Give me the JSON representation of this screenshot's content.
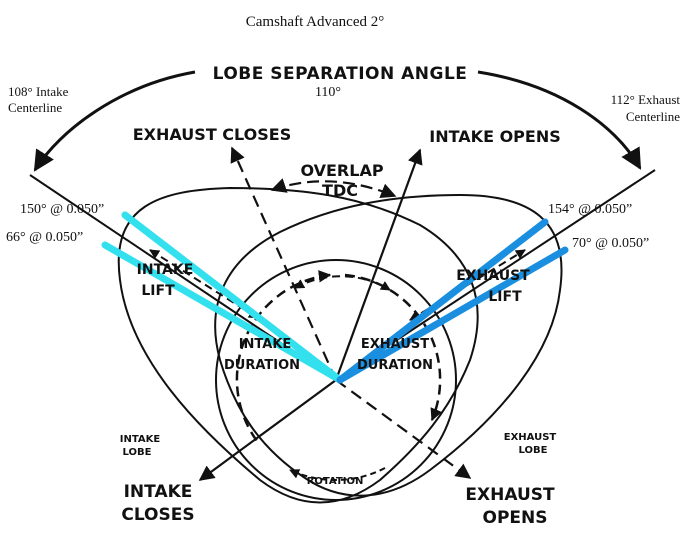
{
  "title": "Camshaft Advanced 2°",
  "labels": {
    "lobe_separation_angle": "LOBE SEPARATION ANGLE",
    "lobe_separation_value": "110°",
    "intake_centerline_line1": "108° Intake",
    "intake_centerline_line2": "Centerline",
    "exhaust_centerline_line1": "112° Exhaust",
    "exhaust_centerline_line2": "Centerline",
    "exhaust_closes": "EXHAUST CLOSES",
    "intake_opens": "INTAKE OPENS",
    "overlap_line1": "OVERLAP",
    "overlap_line2": "TDC",
    "intake_lift_line1": "INTAKE",
    "intake_lift_line2": "LIFT",
    "exhaust_lift_line1": "EXHAUST",
    "exhaust_lift_line2": "LIFT",
    "intake_duration_line1": "INTAKE",
    "intake_duration_line2": "DURATION",
    "exhaust_duration_line1": "EXHAUST",
    "exhaust_duration_line2": "DURATION",
    "intake_lobe_line1": "INTAKE",
    "intake_lobe_line2": "LOBE",
    "exhaust_lobe_line1": "EXHAUST",
    "exhaust_lobe_line2": "LOBE",
    "rotation": "ROTATION",
    "intake_closes_line1": "INTAKE",
    "intake_closes_line2": "CLOSES",
    "exhaust_opens_line1": "EXHAUST",
    "exhaust_opens_line2": "OPENS"
  },
  "annotations": {
    "intake_150": "150° @ 0.050”",
    "intake_66": "66° @ 0.050”",
    "exhaust_154": "154° @ 0.050”",
    "exhaust_70": "70° @ 0.050”"
  },
  "colors": {
    "intake_highlight": "#33e0ee",
    "exhaust_highlight": "#1a8fe0",
    "ink": "#111111",
    "background": "#ffffff"
  }
}
